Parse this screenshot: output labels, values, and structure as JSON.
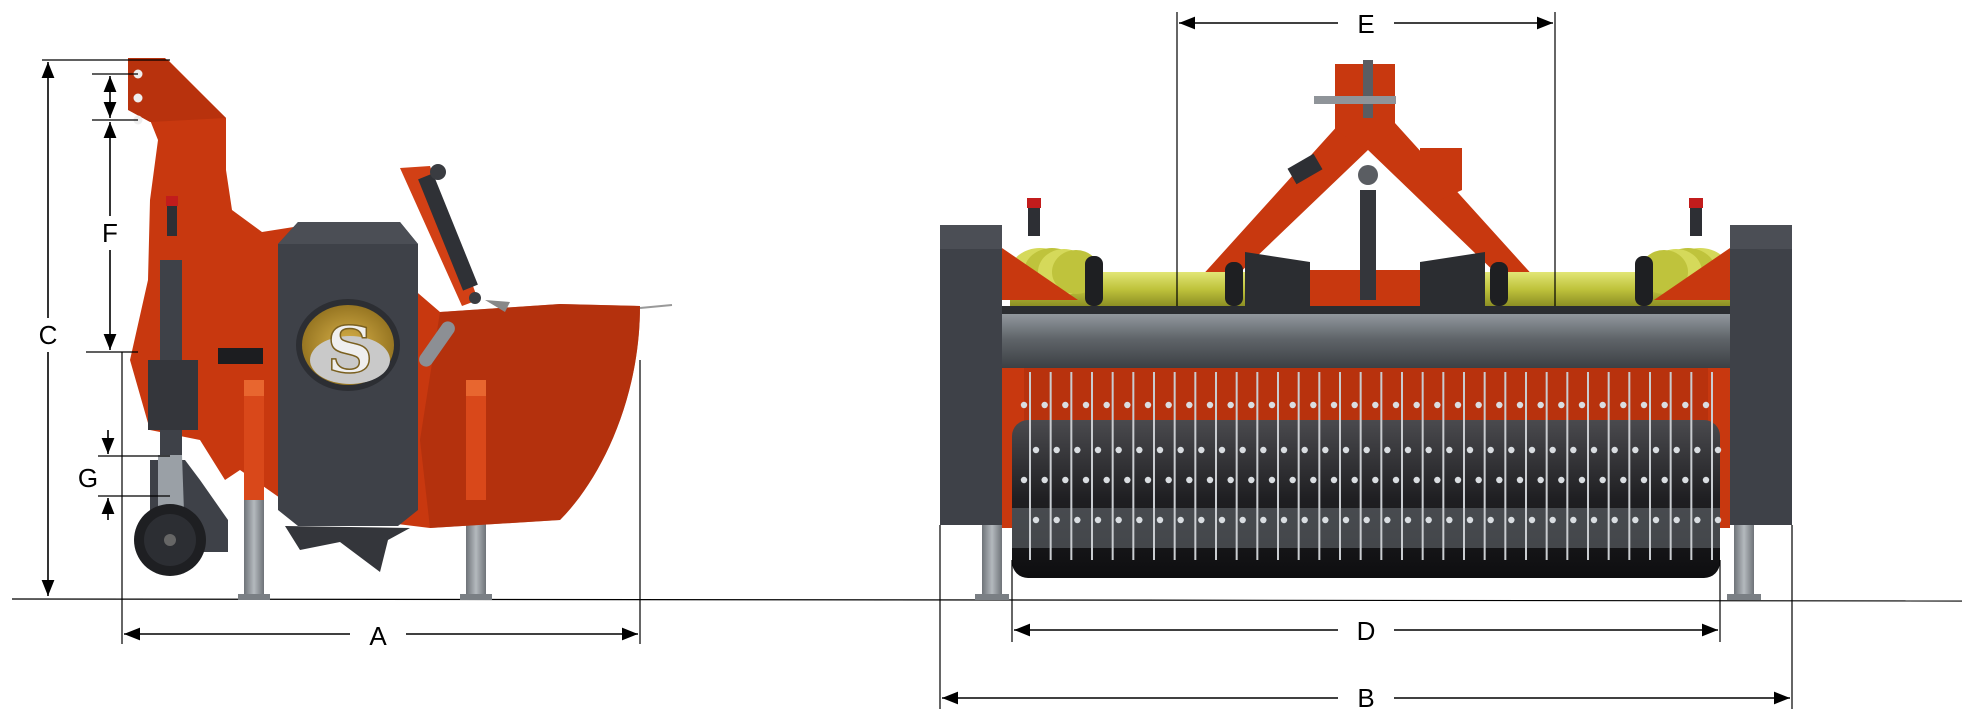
{
  "dimensions": {
    "a": "A",
    "b": "B",
    "c": "C",
    "d": "D",
    "e": "E",
    "f": "F",
    "g": "G"
  },
  "brand": {
    "logo_letter": "S"
  },
  "colors": {
    "machine_orange": "#c8380f",
    "machine_orange_dark": "#9a2a0a",
    "machine_orange_light": "#e04a1a",
    "panel_dark": "#3e4148",
    "panel_darker": "#2c2e33",
    "shaft_yellow": "#c5c94a",
    "roller_dark": "#2a2a2d",
    "steel_grey": "#8f9499",
    "logo_gold": "#c9a23a",
    "logo_silver": "#c9c9c9",
    "dimension_line": "#000000"
  }
}
